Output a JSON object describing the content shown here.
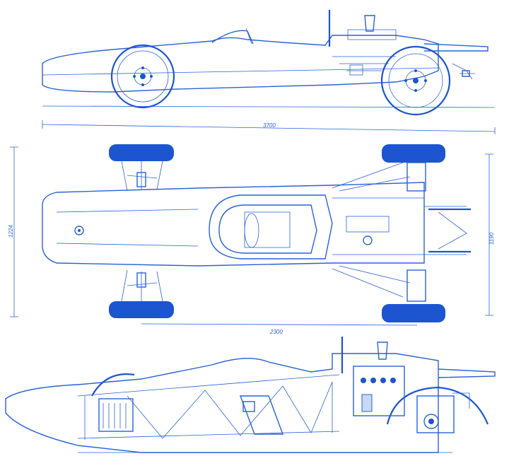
{
  "dimensions": {
    "length": "3700",
    "width_front": "1224",
    "width_rear": "1190",
    "wheelbase": "2300"
  },
  "colors": {
    "ink": "#2a62d6",
    "ink_dark": "#1d55d0",
    "paper": "#ffffff"
  }
}
